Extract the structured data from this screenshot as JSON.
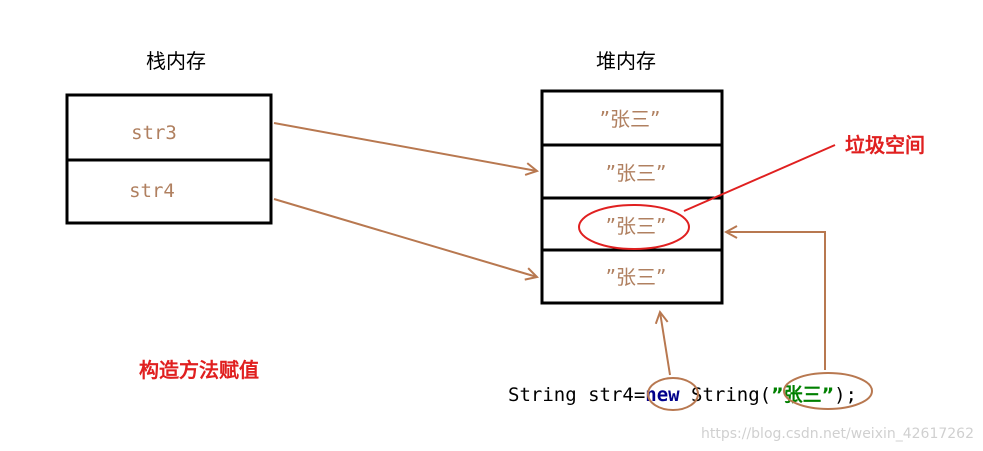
{
  "stack": {
    "title": "栈内存",
    "cells": [
      "str3",
      "str4"
    ]
  },
  "heap": {
    "title": "堆内存",
    "cells": [
      "”张三”",
      "”张三”",
      "”张三”",
      "”张三”"
    ]
  },
  "labels": {
    "garbage": "垃圾空间",
    "method": "构造方法赋值"
  },
  "code": {
    "prefix": "String str4=",
    "keyword": "new",
    "middle": " String(",
    "literal": "”张三”",
    "suffix": ");"
  },
  "watermark": "https://blog.csdn.net/weixin_42617262",
  "colors": {
    "box": "#000000",
    "cell_text": "#b08060",
    "arrow": "#b87850",
    "red": "#e02020",
    "keyword": "#00008b",
    "literal": "#008000",
    "watermark": "#d0d0d0"
  }
}
